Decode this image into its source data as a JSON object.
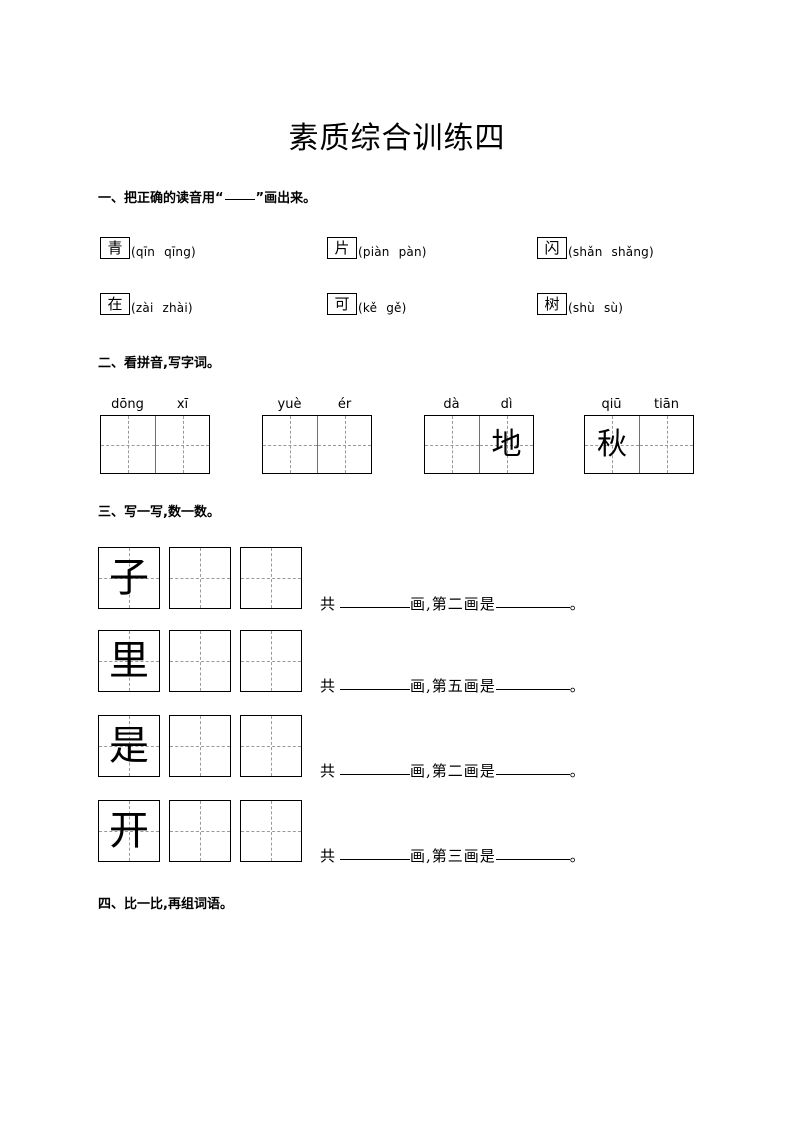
{
  "document": {
    "title": "素质综合训练四"
  },
  "sections": {
    "one": {
      "heading_pre": "一、把正确的读音用“",
      "heading_post": "”画出来。",
      "items": [
        {
          "char": "青",
          "option_a": "qīn",
          "option_b": "qīng",
          "open": "(",
          "close": ")"
        },
        {
          "char": "片",
          "option_a": "piàn",
          "option_b": "pàn",
          "open": "(",
          "close": ")"
        },
        {
          "char": "闪",
          "option_a": "shǎn",
          "option_b": "shǎng",
          "open": "(",
          "close": ")"
        },
        {
          "char": "在",
          "option_a": "zài",
          "option_b": "zhài",
          "open": "(",
          "close": ")"
        },
        {
          "char": "可",
          "option_a": "kě",
          "option_b": "gě",
          "open": "(",
          "close": ")"
        },
        {
          "char": "树",
          "option_a": "shù",
          "option_b": "sù",
          "open": "(",
          "close": ")"
        }
      ]
    },
    "two": {
      "heading": "二、看拼音,写字词。",
      "groups": [
        {
          "pinyin_1": "dōng",
          "pinyin_2": "xī",
          "cell_1": "",
          "cell_2": ""
        },
        {
          "pinyin_1": "yuè",
          "pinyin_2": "ér",
          "cell_1": "",
          "cell_2": ""
        },
        {
          "pinyin_1": "dà",
          "pinyin_2": "dì",
          "cell_1": "",
          "cell_2": "地"
        },
        {
          "pinyin_1": "qiū",
          "pinyin_2": "tiān",
          "cell_1": "秋",
          "cell_2": ""
        }
      ]
    },
    "three": {
      "heading": "三、写一写,数一数。",
      "rows": [
        {
          "char": "子",
          "prefix": "共",
          "mid": "画,第二画是",
          "suffix": "。"
        },
        {
          "char": "里",
          "prefix": "共",
          "mid": "画,第五画是",
          "suffix": "。"
        },
        {
          "char": "是",
          "prefix": "共",
          "mid": "画,第二画是",
          "suffix": "。"
        },
        {
          "char": "开",
          "prefix": "共",
          "mid": "画,第三画是",
          "suffix": "。"
        }
      ]
    },
    "four": {
      "heading": "四、比一比,再组词语。"
    }
  }
}
